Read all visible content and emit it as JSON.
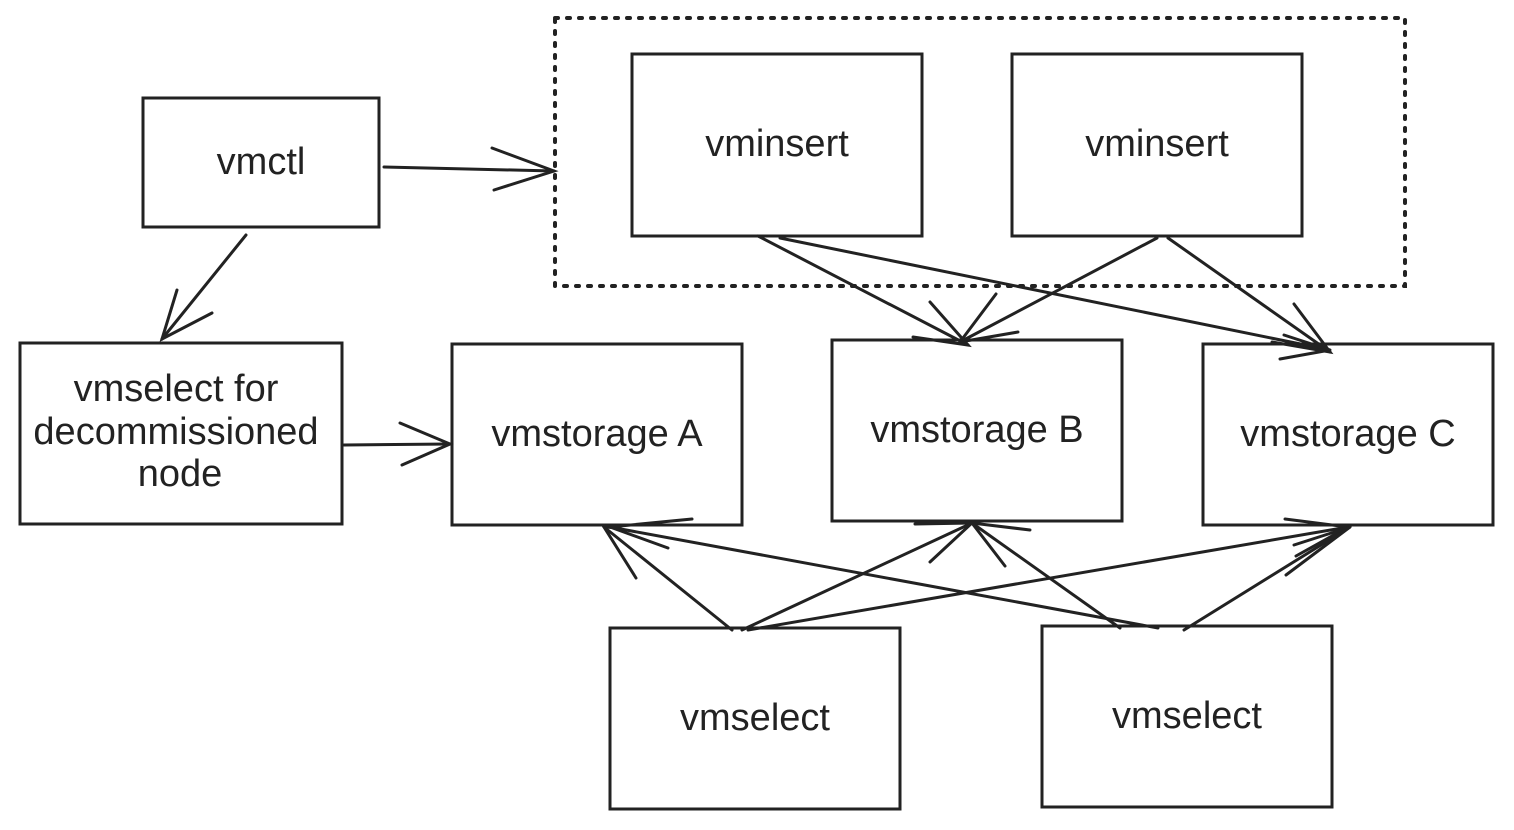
{
  "diagram": {
    "nodes": {
      "vmctl": {
        "label": "vmctl"
      },
      "vminsert_1": {
        "label": "vminsert"
      },
      "vminsert_2": {
        "label": "vminsert"
      },
      "vmselect_decom": {
        "lines": [
          "vmselect for",
          "decommissioned",
          "node"
        ]
      },
      "vmstorage_a": {
        "label": "vmstorage A"
      },
      "vmstorage_b": {
        "label": "vmstorage B"
      },
      "vmstorage_c": {
        "label": "vmstorage C"
      },
      "vmselect_1": {
        "label": "vmselect"
      },
      "vmselect_2": {
        "label": "vmselect"
      }
    },
    "groups": [
      {
        "name": "vminsert-group",
        "members": [
          "vminsert_1",
          "vminsert_2"
        ]
      }
    ],
    "edges": [
      {
        "from": "vmctl",
        "to": "vminsert-group"
      },
      {
        "from": "vmctl",
        "to": "vmselect_decom"
      },
      {
        "from": "vmselect_decom",
        "to": "vmstorage_a"
      },
      {
        "from": "vminsert_1",
        "to": "vmstorage_b"
      },
      {
        "from": "vminsert_1",
        "to": "vmstorage_c"
      },
      {
        "from": "vminsert_2",
        "to": "vmstorage_b"
      },
      {
        "from": "vminsert_2",
        "to": "vmstorage_c"
      },
      {
        "from": "vmselect_1",
        "to": "vmstorage_a"
      },
      {
        "from": "vmselect_1",
        "to": "vmstorage_b"
      },
      {
        "from": "vmselect_1",
        "to": "vmstorage_c"
      },
      {
        "from": "vmselect_2",
        "to": "vmstorage_a"
      },
      {
        "from": "vmselect_2",
        "to": "vmstorage_b"
      },
      {
        "from": "vmselect_2",
        "to": "vmstorage_c"
      }
    ],
    "colors": {
      "stroke": "#222222",
      "background": "#ffffff",
      "text": "#222222"
    }
  }
}
